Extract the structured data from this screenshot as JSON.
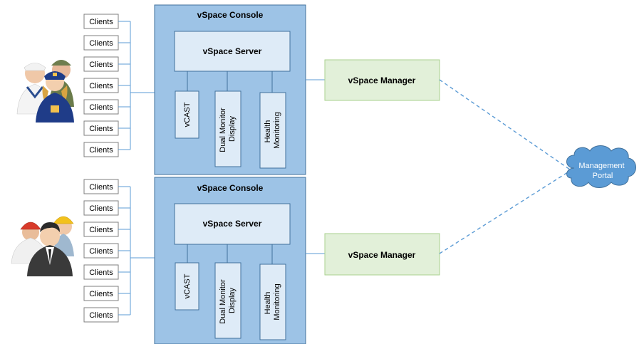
{
  "groups": [
    {
      "clients": [
        "Clients",
        "Clients",
        "Clients",
        "Clients",
        "Clients",
        "Clients",
        "Clients"
      ],
      "console_title": "vSpace Console",
      "server_label": "vSpace Server",
      "modules": [
        {
          "lines": [
            "vCAST"
          ]
        },
        {
          "lines": [
            "Dual Monitor",
            "Display"
          ]
        },
        {
          "lines": [
            "Health",
            "Monitoring"
          ]
        }
      ],
      "manager_label": "vSpace Manager",
      "people_icon": "users-group-icon"
    },
    {
      "clients": [
        "Clients",
        "Clients",
        "Clients",
        "Clients",
        "Clients",
        "Clients",
        "Clients"
      ],
      "console_title": "vSpace Console",
      "server_label": "vSpace Server",
      "modules": [
        {
          "lines": [
            "vCAST"
          ]
        },
        {
          "lines": [
            "Dual Monitor",
            "Display"
          ]
        },
        {
          "lines": [
            "Health",
            "Monitoring"
          ]
        }
      ],
      "manager_label": "vSpace Manager",
      "people_icon": "workers-group-icon"
    }
  ],
  "portal": {
    "lines": [
      "Management",
      "Portal"
    ]
  },
  "colors": {
    "console_fill": "#9dc3e6",
    "console_stroke": "#41719c",
    "server_fill": "#deebf7",
    "manager_fill": "#e2f0d9",
    "manager_stroke": "#a9d18e",
    "cloud_fill": "#5b9bd5",
    "line": "#5b9bd5",
    "dashed_line": "#5b9bd5"
  }
}
